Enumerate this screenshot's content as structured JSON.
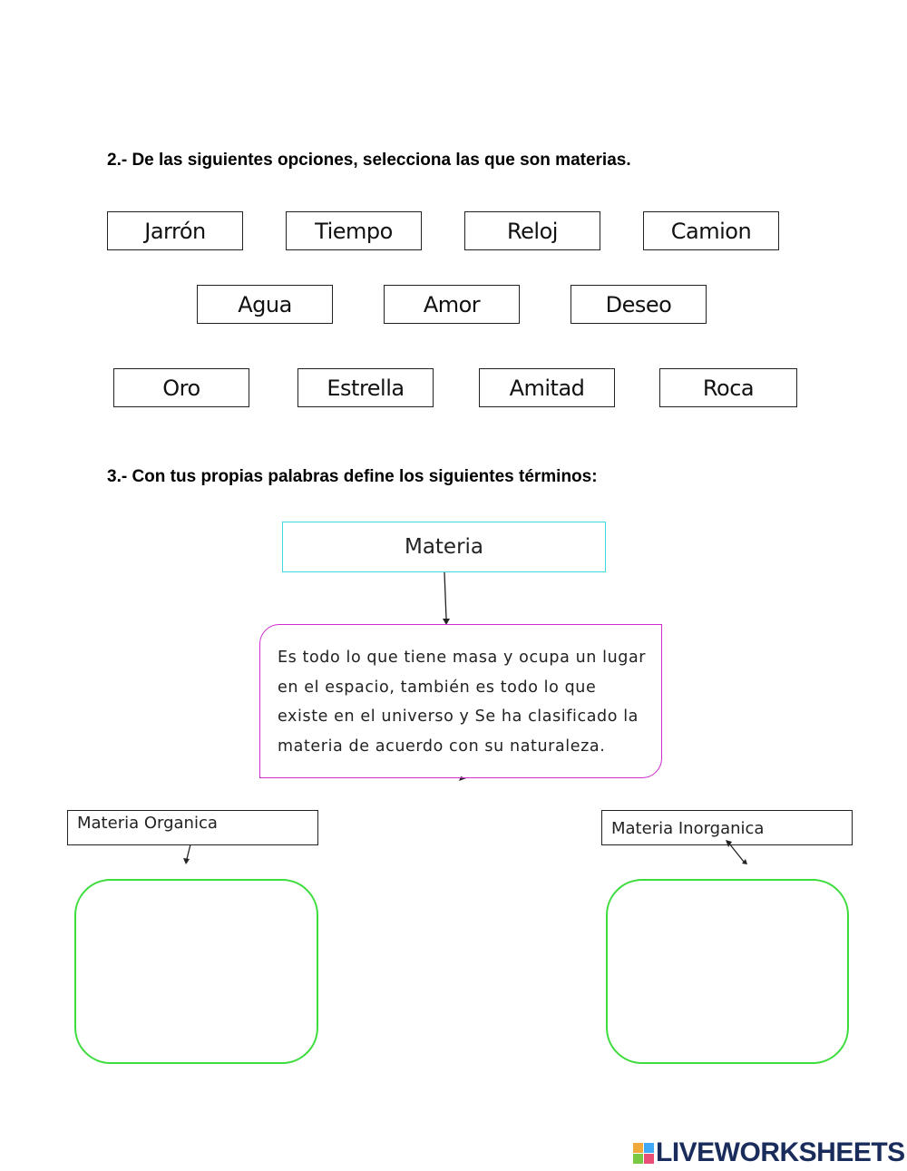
{
  "question2": {
    "title": "2.- De las siguientes opciones, selecciona las que son materias.",
    "options": [
      "Jarrón",
      "Tiempo",
      "Reloj",
      "Camion",
      "Agua",
      "Amor",
      "Deseo",
      "Oro",
      "Estrella",
      "Amitad",
      "Roca"
    ]
  },
  "question3": {
    "title": "3.- Con tus propias palabras define los siguientes términos:",
    "root_label": "Materia",
    "definition": "Es todo lo que tiene masa y ocupa un lugar en el espacio, también es todo lo que existe en el universo y Se ha clasificado la materia de acuerdo con su naturaleza.",
    "left_label": "Materia Organica",
    "right_label": "Materia Inorganica",
    "left_answer": "",
    "right_answer": ""
  },
  "brand": {
    "text": "LIVEWORKSHEETS",
    "logo_letters": [
      "L",
      "I",
      "V",
      "E"
    ],
    "colors": {
      "text": "#1a2c5b",
      "logo": [
        "#f2a93b",
        "#3fa9f5",
        "#7ac943",
        "#e94e77"
      ]
    }
  },
  "colors": {
    "root_border": "#40d8e0",
    "definition_border": "#d02cd0",
    "answer_border": "#3ddc3d"
  }
}
